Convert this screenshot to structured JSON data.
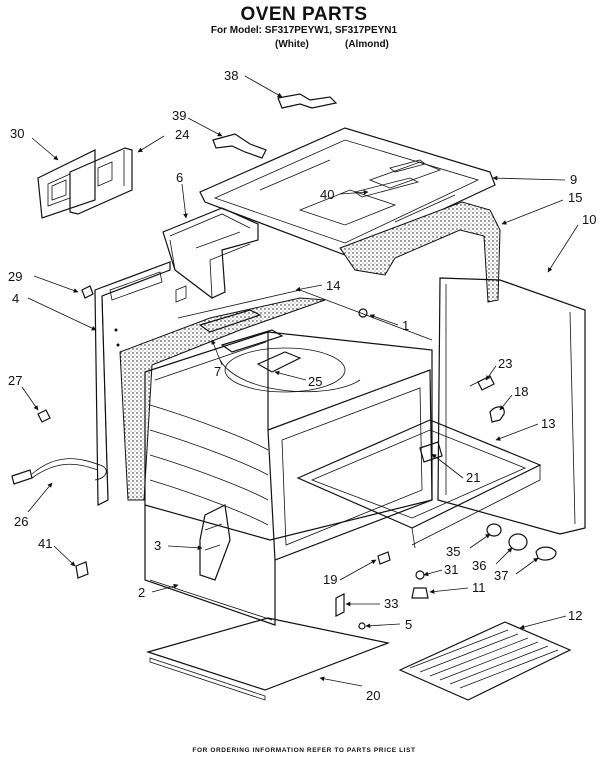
{
  "header": {
    "title": "OVEN PARTS",
    "model_line": "For Model: SF317PEYW1, SF317PEYN1",
    "variant_white": "(White)",
    "variant_almond": "(Almond)"
  },
  "footer": {
    "text": "FOR ORDERING INFORMATION REFER TO PARTS PRICE LIST"
  },
  "callouts": {
    "c1": "1",
    "c2": "2",
    "c3": "3",
    "c4": "4",
    "c5": "5",
    "c6": "6",
    "c7": "7",
    "c9": "9",
    "c10": "10",
    "c11": "11",
    "c12": "12",
    "c13": "13",
    "c14": "14",
    "c15": "15",
    "c18": "18",
    "c19": "19",
    "c20": "20",
    "c21": "21",
    "c23": "23",
    "c24": "24",
    "c25": "25",
    "c26": "26",
    "c27": "27",
    "c29": "29",
    "c30": "30",
    "c31": "31",
    "c33": "33",
    "c35": "35",
    "c36": "36",
    "c37": "37",
    "c38": "38",
    "c39": "39",
    "c40": "40",
    "c41": "41"
  }
}
